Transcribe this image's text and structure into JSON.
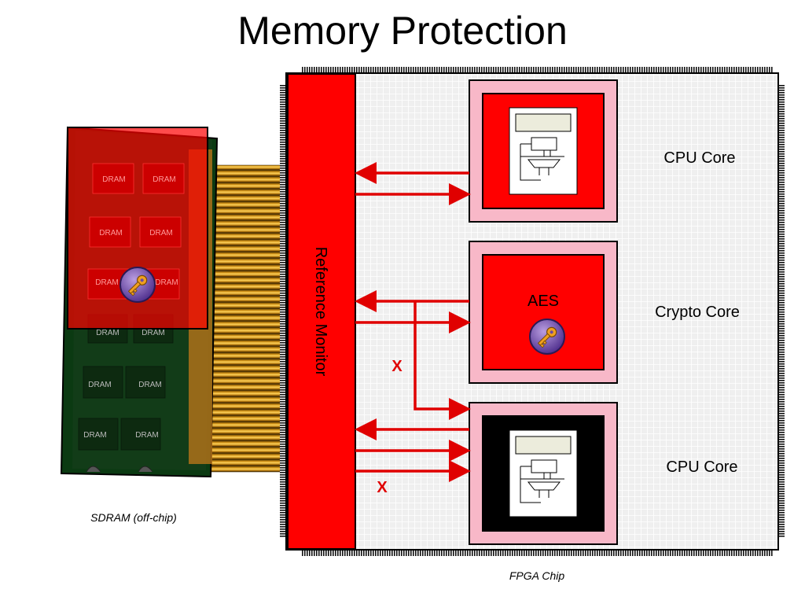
{
  "title": "Memory Protection",
  "sdram": {
    "caption": "SDRAM (off-chip)",
    "chip_label": "DRAM",
    "key_icon": "key-icon"
  },
  "fpga": {
    "caption": "FPGA Chip",
    "reference_monitor": "Reference Monitor",
    "cores": [
      {
        "label": "CPU Core",
        "inner": "cpu-diagram",
        "inner_fill": "#ff0000"
      },
      {
        "label": "Crypto Core",
        "inner_text": "AES",
        "inner_fill": "#ff0000",
        "icon": "key-icon"
      },
      {
        "label": "CPU Core",
        "inner": "cpu-diagram",
        "inner_fill": "#000000"
      }
    ],
    "blocked_marks": [
      "X",
      "X"
    ]
  },
  "colors": {
    "accent_red": "#ff0000",
    "arrow_red": "#e00000",
    "core_border_pink": "#f8b8c8",
    "grid_gray": "#d9d9d9"
  }
}
